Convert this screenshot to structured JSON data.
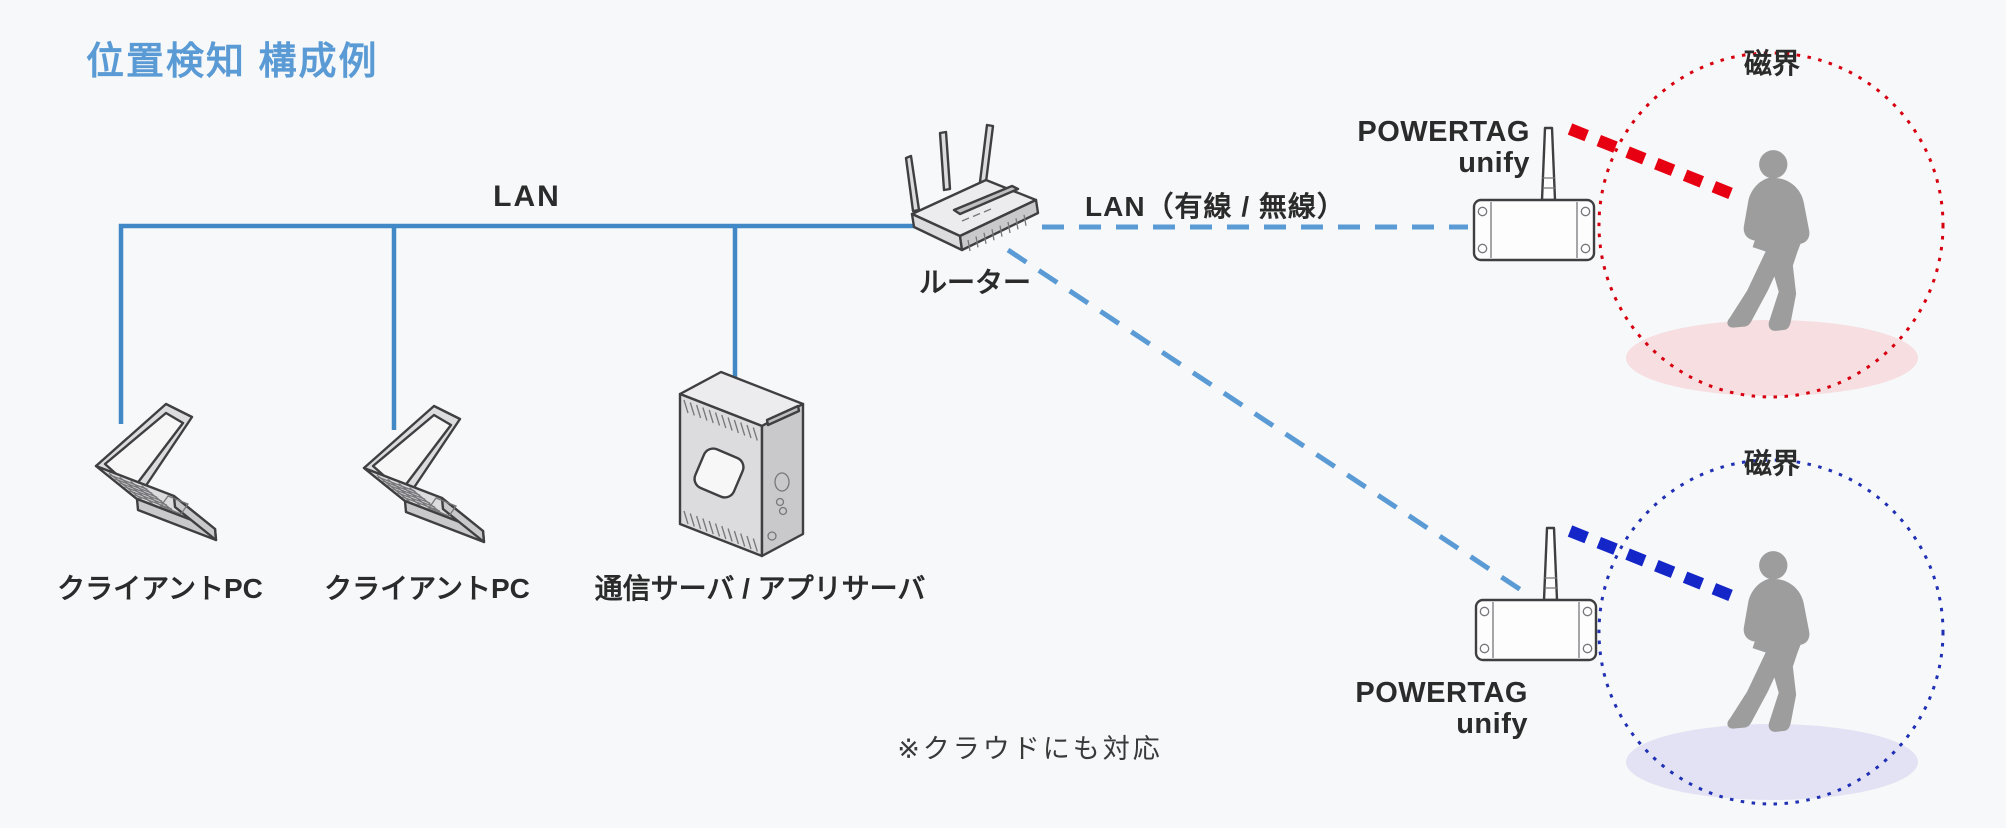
{
  "title": "位置検知 構成例",
  "network": {
    "lan_label": "LAN",
    "lan_link_label": "LAN（有線 / 無線）",
    "router_label": "ルーター",
    "client_pc_1_label": "クライアントPC",
    "client_pc_2_label": "クライアントPC",
    "server_label": "通信サーバ / アプリサーバ"
  },
  "tags": {
    "top": {
      "line1": "POWERTAG",
      "line2": "unify",
      "field_label": "磁界"
    },
    "bottom": {
      "line1": "POWERTAG",
      "line2": "unify",
      "field_label": "磁界"
    }
  },
  "note": "※クラウドにも対応",
  "colors": {
    "bg": "#f7f8f9",
    "title_blue": "#5b9bd5",
    "lan_line": "#4089c6",
    "dashed_link": "#5b9bd5",
    "beam_red": "#e60012",
    "beam_blue": "#1426c8",
    "circle_red": "#d7000f",
    "circle_blue": "#2030b4",
    "floor_pink": "#f6dee1",
    "floor_lavender": "#e2e2f4",
    "person_gray": "#9d9d9d",
    "text_dark": "#2b2b2b",
    "note_gray": "#3a3a3a"
  }
}
